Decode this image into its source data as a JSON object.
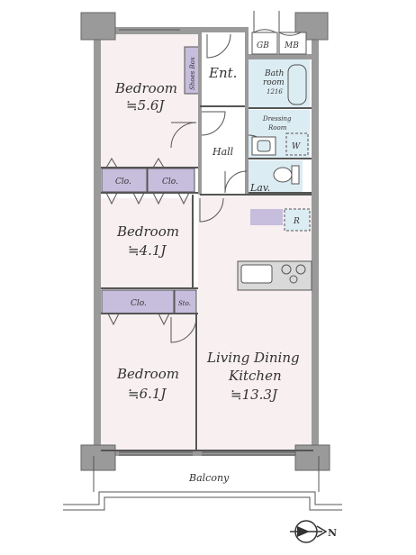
{
  "rooms": {
    "bedroom1": {
      "name": "Bedroom",
      "size": "≒5.6J"
    },
    "bedroom2": {
      "name": "Bedroom",
      "size": "≒4.1J"
    },
    "bedroom3": {
      "name": "Bedroom",
      "size": "≒6.1J"
    },
    "ldk": {
      "name_line1": "Living Dining",
      "name_line2": "Kitchen",
      "size": "≒13.3J"
    }
  },
  "labels": {
    "shoes_box": "Shoes Box",
    "entrance": "Ent.",
    "gb": "GB",
    "mb": "MB",
    "bathroom_line1": "Bath",
    "bathroom_line2": "room",
    "bathroom_size": "1216",
    "dressing_line1": "Dressing",
    "dressing_line2": "Room",
    "washer": "W",
    "hall": "Hall",
    "lav": "Lav.",
    "refrigerator": "R",
    "closet1": "Clo.",
    "closet2": "Clo.",
    "closet3": "Clo.",
    "storage": "Sto.",
    "balcony": "Balcony",
    "north": "N"
  },
  "colors": {
    "wall": "#9a9a9a",
    "room_fill": "#f7eff0",
    "wet_fill": "#dcecf3",
    "closet_fill": "#c7bddc",
    "line": "#555555"
  }
}
